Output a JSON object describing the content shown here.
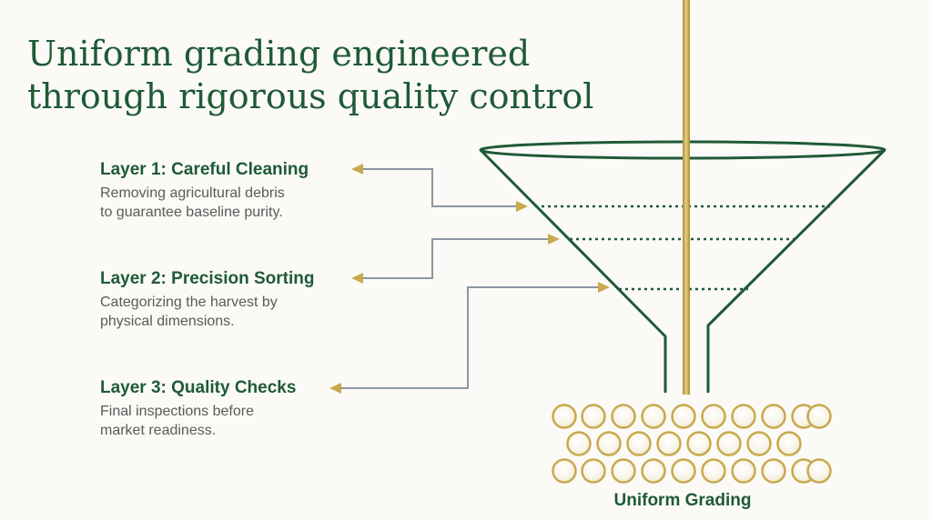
{
  "title": {
    "line1": "Uniform grading engineered",
    "line2": "through rigorous quality control"
  },
  "layers": [
    {
      "title": "Layer 1: Careful Cleaning",
      "desc_line1": "Removing agricultural debris",
      "desc_line2": "to guarantee baseline purity."
    },
    {
      "title": "Layer 2: Precision Sorting",
      "desc_line1": "Categorizing the harvest by",
      "desc_line2": "physical dimensions."
    },
    {
      "title": "Layer 3: Quality Checks",
      "desc_line1": "Final inspections before",
      "desc_line2": "market readiness."
    }
  ],
  "output_label": "Uniform Grading",
  "colors": {
    "green": "#1f5a37",
    "gold": "#c8a94e",
    "connector": "#8d95a1",
    "text_gray": "#5a5a5a",
    "background": "#fbfaf6"
  }
}
